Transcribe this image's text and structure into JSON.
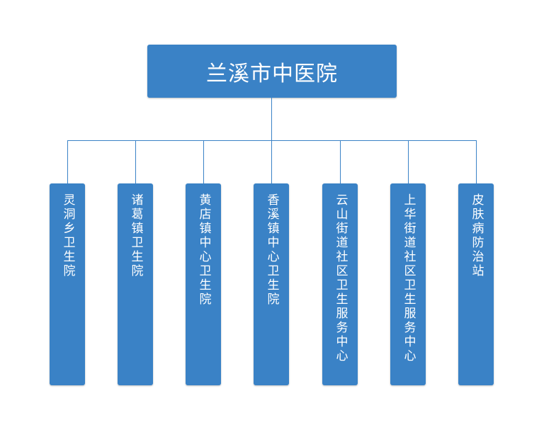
{
  "org_chart": {
    "root": "兰溪市中医院",
    "children": [
      {
        "label": "灵洞乡卫生院"
      },
      {
        "label": "诸葛镇卫生院"
      },
      {
        "label": "黄店镇中心卫生院"
      },
      {
        "label": "香溪镇中心卫生院"
      },
      {
        "label": "云山街道社区卫生服务中心"
      },
      {
        "label": "上华街道社区卫生服务中心"
      },
      {
        "label": "皮肤病防治站"
      }
    ]
  },
  "colors": {
    "box_fill": "#3a82c6",
    "line": "#3a82c6",
    "text": "#ffffff",
    "background": "#ffffff"
  }
}
